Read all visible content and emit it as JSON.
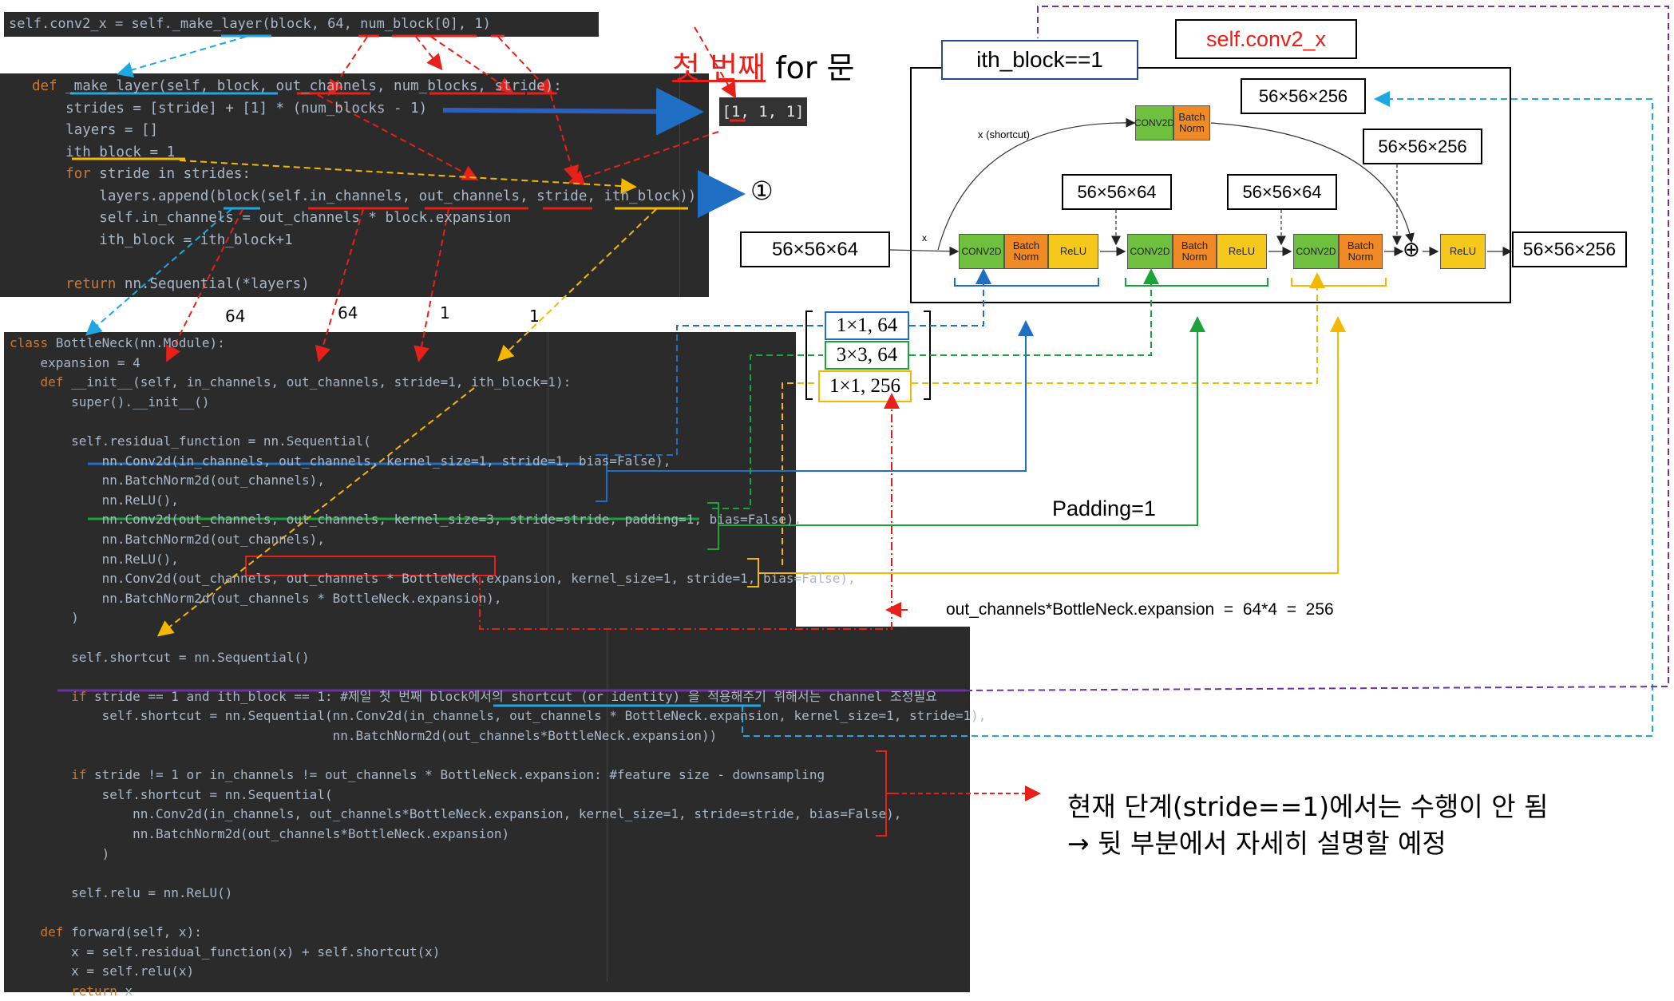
{
  "code_top": {
    "line1": "self.conv2_x = self._make_layer(block, 64, num_block[0], 1)"
  },
  "code_make_layer": {
    "lines": [
      "def _make_layer(self, block, out_channels, num_blocks, stride):",
      "    strides = [stride] + [1] * (num_blocks - 1)",
      "    layers = []",
      "    ith_block = 1",
      "    for stride in strides:",
      "        layers.append(block(self.in_channels, out_channels, stride, ith_block))",
      "        self.in_channels = out_channels * block.expansion",
      "        ith_block = ith_block+1",
      "",
      "    return nn.Sequential(*layers)"
    ]
  },
  "strides_result": "[1, 1, 1]",
  "circle_one": "①",
  "first_for_label": {
    "red": "첫 번째",
    "black": " for 문"
  },
  "param_labels": [
    "64",
    "64",
    "1",
    "1"
  ],
  "code_bottleneck": {
    "lines": [
      "class BottleNeck(nn.Module):",
      "    expansion = 4",
      "    def __init__(self, in_channels, out_channels, stride=1, ith_block=1):",
      "        super().__init__()",
      "",
      "        self.residual_function = nn.Sequential(",
      "            nn.Conv2d(in_channels, out_channels, kernel_size=1, stride=1, bias=False),",
      "            nn.BatchNorm2d(out_channels),",
      "            nn.ReLU(),",
      "            nn.Conv2d(out_channels, out_channels, kernel_size=3, stride=stride, padding=1, bias=False),",
      "            nn.BatchNorm2d(out_channels),",
      "            nn.ReLU(),",
      "            nn.Conv2d(out_channels, out_channels * BottleNeck.expansion, kernel_size=1, stride=1, bias=False),",
      "            nn.BatchNorm2d(out_channels * BottleNeck.expansion),",
      "        )",
      "",
      "        self.shortcut = nn.Sequential()",
      "",
      "        if stride == 1 and ith_block == 1: #제일 첫 번째 block에서의 shortcut (or identity) 을 적용해주기 위해서는 channel 조정필요",
      "            self.shortcut = nn.Sequential(nn.Conv2d(in_channels, out_channels * BottleNeck.expansion, kernel_size=1, stride=1),",
      "                                          nn.BatchNorm2d(out_channels*BottleNeck.expansion))",
      "",
      "        if stride != 1 or in_channels != out_channels * BottleNeck.expansion: #feature size - downsampling",
      "            self.shortcut = nn.Sequential(",
      "                nn.Conv2d(in_channels, out_channels*BottleNeck.expansion, kernel_size=1, stride=stride, bias=False),",
      "                nn.BatchNorm2d(out_channels*BottleNeck.expansion)",
      "            )",
      "",
      "        self.relu = nn.ReLU()",
      "",
      "    def forward(self, x):",
      "        x = self.residual_function(x) + self.shortcut(x)",
      "        x = self.relu(x)",
      "        return x"
    ]
  },
  "diagram": {
    "ith_block_label": "ith_block==1",
    "conv_label": "self.conv2_x",
    "input_dim": "56×56×64",
    "output_dim": "56×56×256",
    "shortcut_dim": "56×56×256",
    "plus_dim": "56×56×256",
    "dim_a": "56×56×64",
    "dim_b": "56×56×64",
    "x_label": "x",
    "shortcut_label": "x (shortcut)",
    "conv2d": "CONV2D",
    "batch": "Batch",
    "norm": "Norm",
    "relu": "ReLU",
    "plus": "⊕"
  },
  "kernel_specs": [
    "1×1, 64",
    "3×3, 64",
    "1×1, 256"
  ],
  "padding_label": "Padding=1",
  "expansion_note": "out_channels*BottleNeck.expansion  =  64*4  =  256",
  "note_line1": "현재 단계(stride==1)에서는 수행이 안 됨",
  "note_line2": "→ 뒷 부분에서 자세히 설명할 예정",
  "colors": {
    "red": "#e8201a",
    "blue": "#1f6fc4",
    "green": "#1aa33a",
    "yellow": "#f5b800",
    "cyan": "#1ea7e0",
    "purple": "#7030a0",
    "navy": "#2a4a8a"
  }
}
